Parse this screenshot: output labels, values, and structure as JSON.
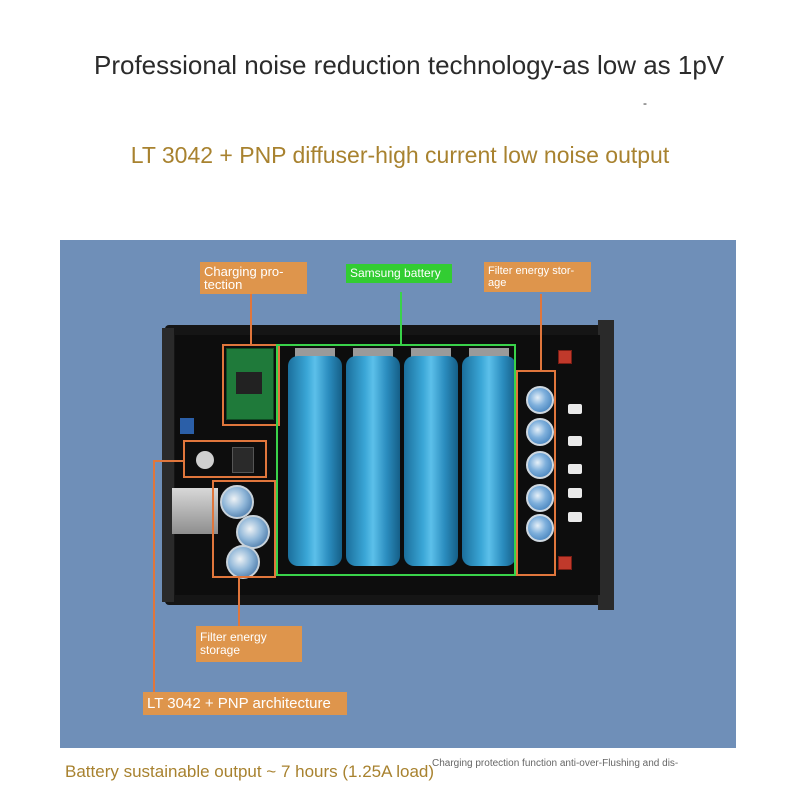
{
  "header": {
    "title": "Professional noise reduction technology-as low as 1pV",
    "dash": "-",
    "subtitle": "LT 3042 + PNP diffuser-high current low noise output"
  },
  "callouts": {
    "charging_protection": "Charging pro-tection",
    "samsung_battery": "Samsung battery",
    "filter_energy_storage_top": "Filter energy stor-age",
    "filter_energy_storage_bottom": "Filter energy storage",
    "lt3042_pnp_architecture": "LT 3042 + PNP architecture"
  },
  "footer": {
    "battery_output": "Battery sustainable output ~ 7 hours (1.25A load)",
    "protection_note": "Charging protection function anti-over-Flushing and dis-"
  },
  "colors": {
    "accent_gold": "#a8822f",
    "callout_orange": "#e0763c",
    "callout_green": "#39d24a",
    "panel_blue": "#6f8fb8",
    "battery_blue": "#3aa6d6"
  }
}
